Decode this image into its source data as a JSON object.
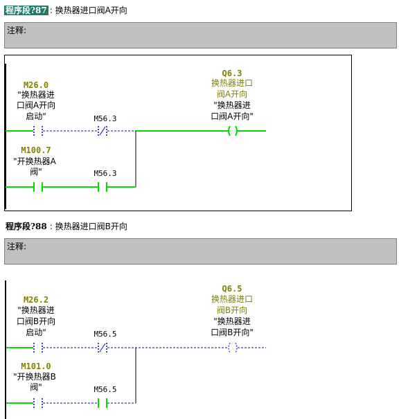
{
  "network87": {
    "label": "程序段?87",
    "title": ": 换热器进口阀A开向",
    "comment_label": "注释:",
    "contact1": {
      "addr": "M26.0",
      "sym1": "\"换热器进",
      "sym2": "口阀A开向",
      "sym3": "启动\""
    },
    "contact2": {
      "addr": "M56.3"
    },
    "coil": {
      "addr": "Q6.3",
      "sym1": "换热器进口",
      "sym2": "阀A开向",
      "sym3": "\"换热器进",
      "sym4": "口阀A开向\""
    },
    "contact3": {
      "addr": "M100.7",
      "sym1": "\"开换热器A",
      "sym2": "阀\""
    },
    "contact4": {
      "addr": "M56.3"
    }
  },
  "network88": {
    "label": "程序段?88",
    "title": ": 换热器进口阀B开向",
    "comment_label": "注释:",
    "contact1": {
      "addr": "M26.2",
      "sym1": "\"换热器进",
      "sym2": "口阀B开向",
      "sym3": "启动\""
    },
    "contact2": {
      "addr": "M56.5"
    },
    "coil": {
      "addr": "Q6.5",
      "sym1": "换热器进口",
      "sym2": "阀B开向",
      "sym3": "\"换热器进",
      "sym4": "口阀B开向\""
    },
    "contact3": {
      "addr": "M101.0",
      "sym1": "\"开换热器B",
      "sym2": "阀\""
    },
    "contact4": {
      "addr": "M56.5"
    }
  },
  "colors": {
    "power_flow": "#00dd00",
    "no_flow": "#0000cc",
    "selected_label_bg": "#1f7a6d",
    "comment_bg": "#c0c0c0"
  }
}
